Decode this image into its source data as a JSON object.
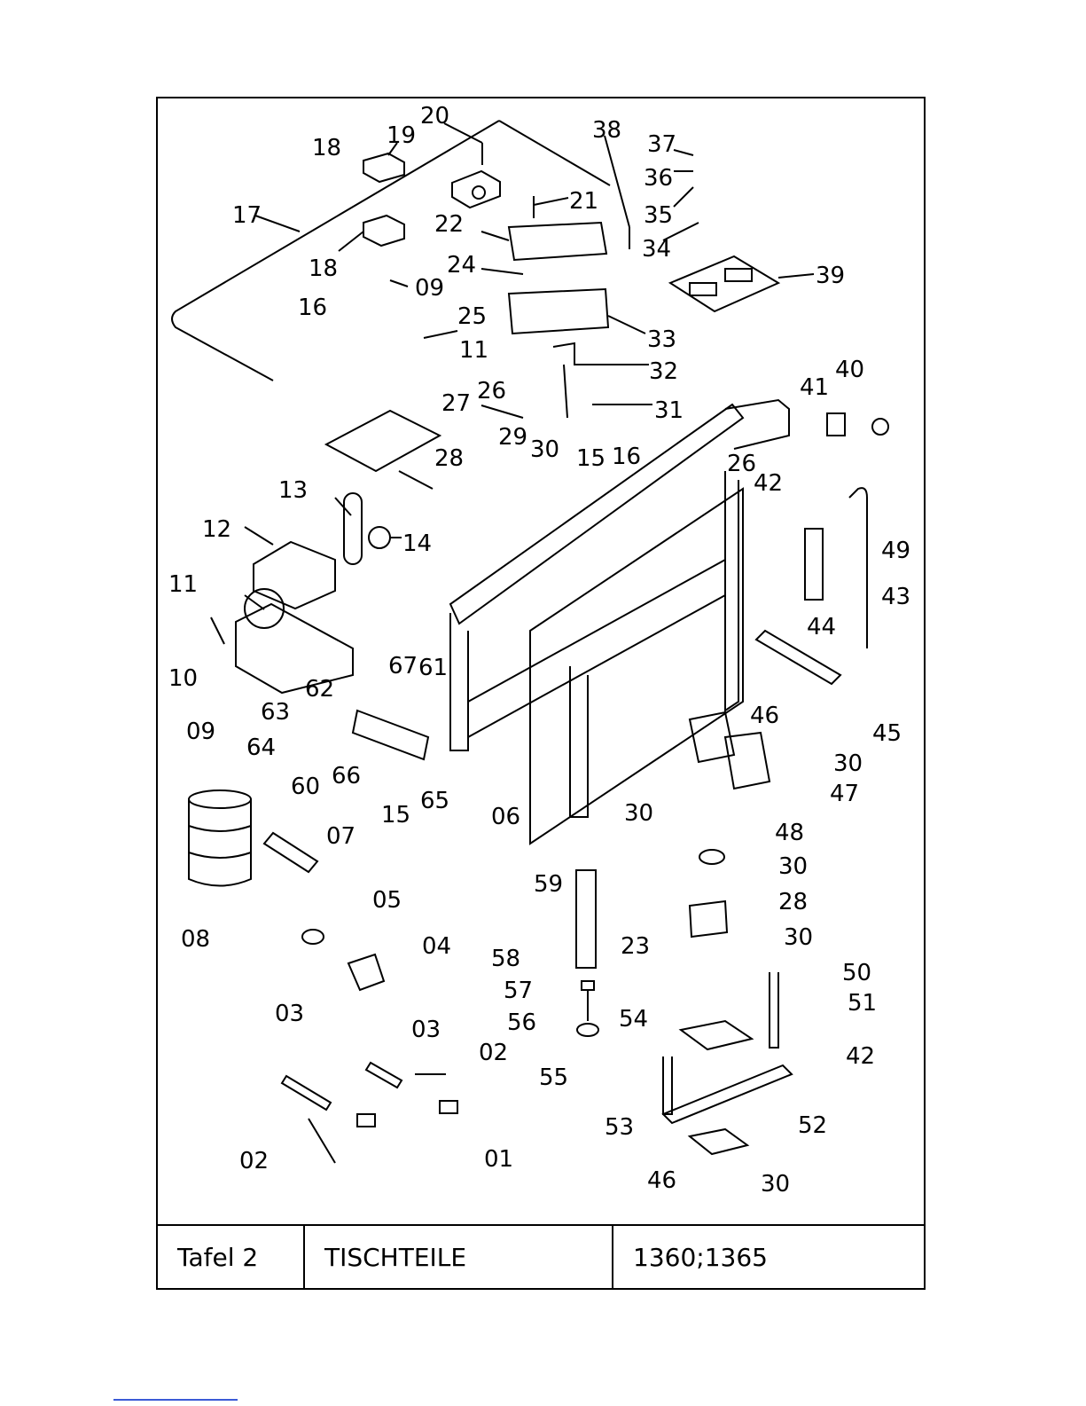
{
  "title_block": {
    "plate": "Tafel 2",
    "name": "TISCHTEILE",
    "models": "1360;1365"
  },
  "part_labels": [
    "20",
    "19",
    "18",
    "17",
    "18",
    "09",
    "16",
    "25",
    "11",
    "21",
    "22",
    "24",
    "33",
    "32",
    "38",
    "37",
    "36",
    "35",
    "34",
    "39",
    "31",
    "26",
    "27",
    "29",
    "30",
    "15",
    "16",
    "28",
    "13",
    "12",
    "14",
    "11",
    "10",
    "41",
    "40",
    "26",
    "42",
    "49",
    "43",
    "44",
    "45",
    "67",
    "61",
    "62",
    "63",
    "64",
    "60",
    "66",
    "65",
    "15",
    "06",
    "09",
    "46",
    "47",
    "30",
    "30",
    "07",
    "08",
    "05",
    "04",
    "48",
    "30",
    "28",
    "30",
    "59",
    "23",
    "58",
    "57",
    "56",
    "55",
    "54",
    "50",
    "51",
    "42",
    "52",
    "53",
    "46",
    "30",
    "03",
    "03",
    "02",
    "02",
    "01"
  ],
  "colors": {
    "line": "#000000",
    "footer_link": "#3b5bd6"
  }
}
